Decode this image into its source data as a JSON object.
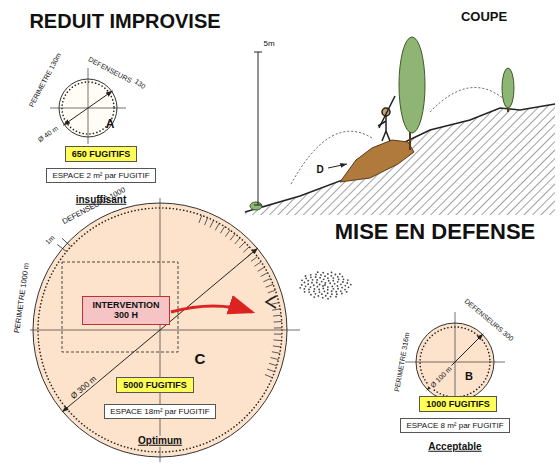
{
  "diagram": {
    "title": "REDUIT IMPROVISE",
    "nodes": [
      {
        "text": [
          "A"
        ]
      },
      {
        "text": [
          "650 FUGITIFS"
        ]
      },
      {
        "text": [
          "ESPACE 2 m² par FUGITIF"
        ]
      },
      {
        "text": [
          "C"
        ]
      },
      {
        "text": [
          "INTERVENTION 300 H"
        ],
        "in": 3
      },
      {
        "text": [
          "5000 FUGITIFS"
        ],
        "in": 3
      },
      {
        "text": [
          "ESPACE 18m² par FUGITIF"
        ],
        "in": 3
      },
      {
        "text": [
          "B"
        ]
      },
      {
        "text": [
          "1000 FUGITIFS"
        ]
      },
      {
        "text": [
          "ESPACE 8 m² par FUGITIF"
        ]
      }
    ],
    "labels": [
      "PERIMETRE 130m",
      "DEFENSEURS",
      "130",
      "Ø 40 m",
      "insuffisant",
      "COUPE",
      "5m",
      "D",
      "MISE EN DEFENSE",
      "PERIMETRE 1000 m",
      "DEFENSEURS 1000",
      "1m",
      "Ø 300 m",
      "Optimum",
      "PERIMETRE 316m",
      "DEFENSEURS 300",
      "Ø 100 m",
      "Acceptable"
    ]
  }
}
